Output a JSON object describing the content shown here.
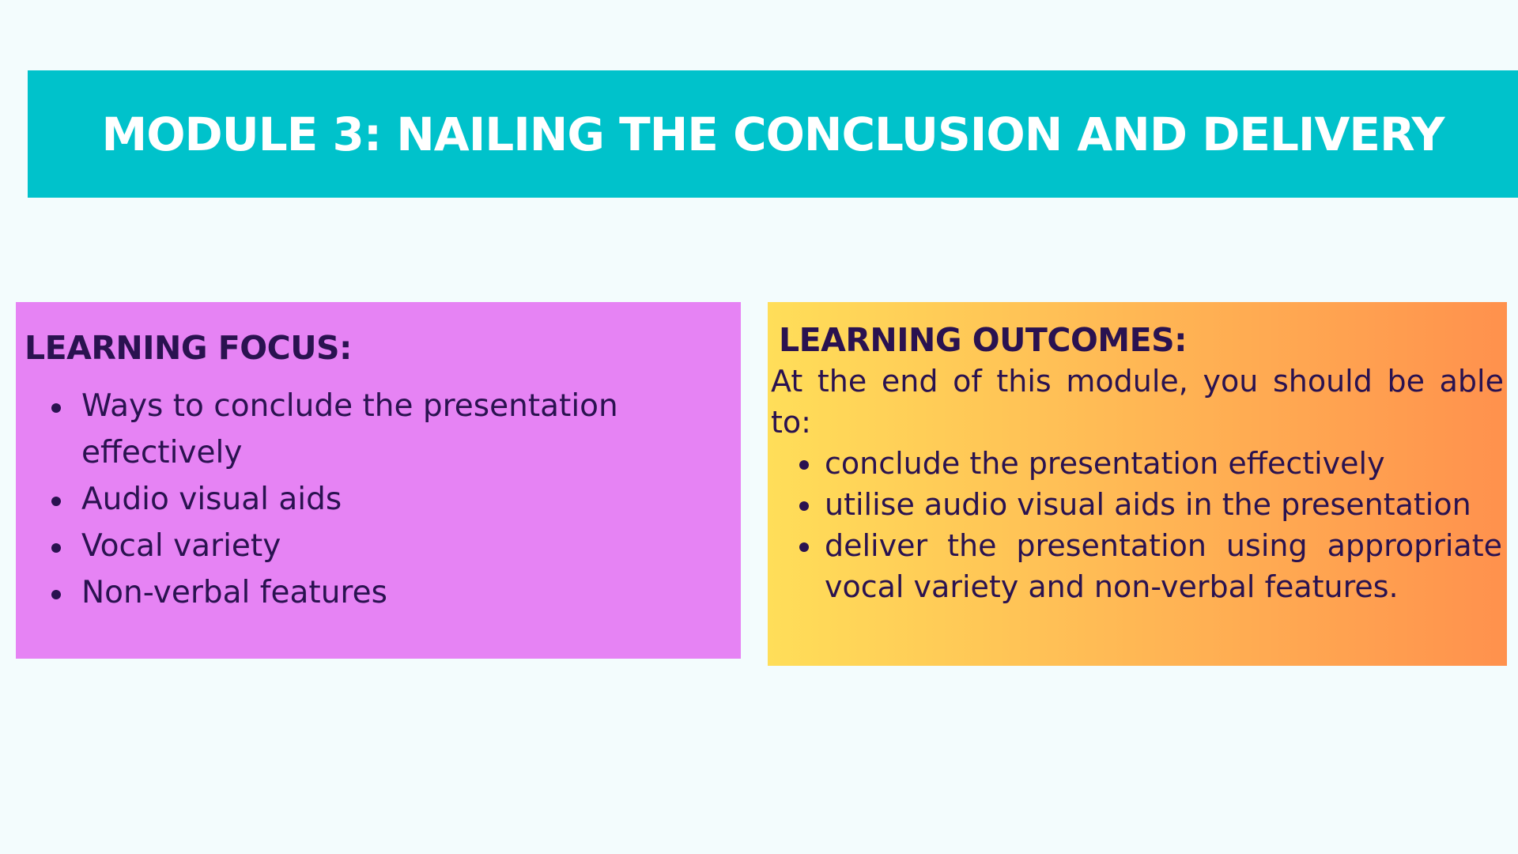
{
  "title": "MODULE 3: NAILING THE CONCLUSION AND DELIVERY",
  "learning_focus": {
    "heading": "LEARNING FOCUS:",
    "items": [
      "Ways to conclude the presentation effectively",
      "Audio visual aids",
      "Vocal variety",
      "Non-verbal features"
    ]
  },
  "learning_outcomes": {
    "heading": "LEARNING OUTCOMES:",
    "intro": "At the end of this module, you should be able to:",
    "items": [
      "conclude the presentation effectively",
      "utilise audio visual aids in the presentation",
      "deliver the presentation using appropriate vocal variety and non-verbal features."
    ]
  },
  "colors": {
    "background": "#f3fcfd",
    "banner": "#00c2cb",
    "focus_box": "#e683f4",
    "outcomes_gradient_start": "#ffde59",
    "outcomes_gradient_end": "#ff914d",
    "text_dark": "#2a1250"
  }
}
